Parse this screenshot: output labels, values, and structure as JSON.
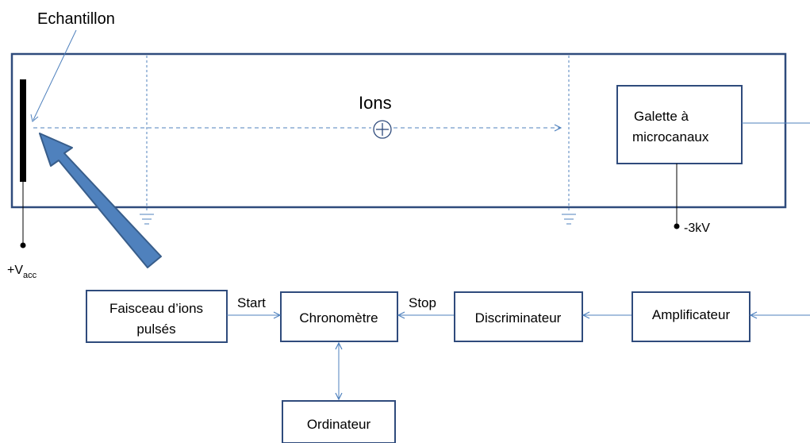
{
  "labels": {
    "sample": "Echantillon",
    "ions": "Ions",
    "detector_line1": "Galette à",
    "detector_line2": "microcanaux",
    "detector_voltage": "-3kV",
    "acc_voltage_main": "+V",
    "acc_voltage_sub": "acc",
    "start": "Start",
    "stop": "Stop"
  },
  "blocks": {
    "pulsed_beam_line1": "Faisceau d’ions",
    "pulsed_beam_line2": "pulsés",
    "chronometer": "Chronomètre",
    "discriminator": "Discriminateur",
    "amplifier": "Amplificateur",
    "computer": "Ordinateur"
  },
  "colors": {
    "frame": "#2f4b7c",
    "line": "#4f81bd",
    "arrow_fill": "#4f81bd",
    "arrow_stroke": "#385d8a",
    "sample": "#000000"
  }
}
